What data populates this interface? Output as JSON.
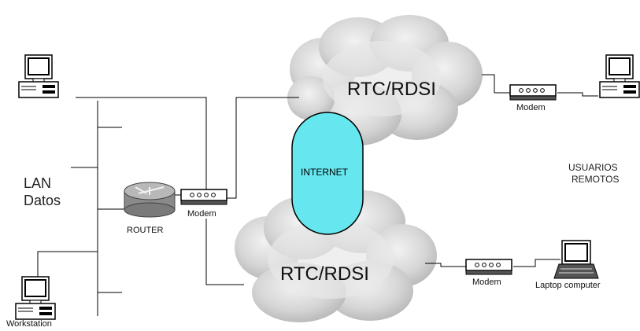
{
  "labels": {
    "lan": "LAN",
    "datos": "Datos",
    "router": "ROUTER",
    "modem_local": "Modem",
    "modem_top": "Modem",
    "modem_bottom": "Modem",
    "internet": "INTERNET",
    "cloud_top": "RTC/RDSI",
    "cloud_bottom": "RTC/RDSI",
    "remote_line1": "USUARIOS",
    "remote_line2": "REMOTOS",
    "workstation": "Workstation",
    "laptop": "Laptop computer"
  },
  "colors": {
    "internet_fill": "#66e6ee",
    "cloud_light": "#ececec",
    "cloud_dark": "#b9b9b9",
    "line": "#000000"
  }
}
